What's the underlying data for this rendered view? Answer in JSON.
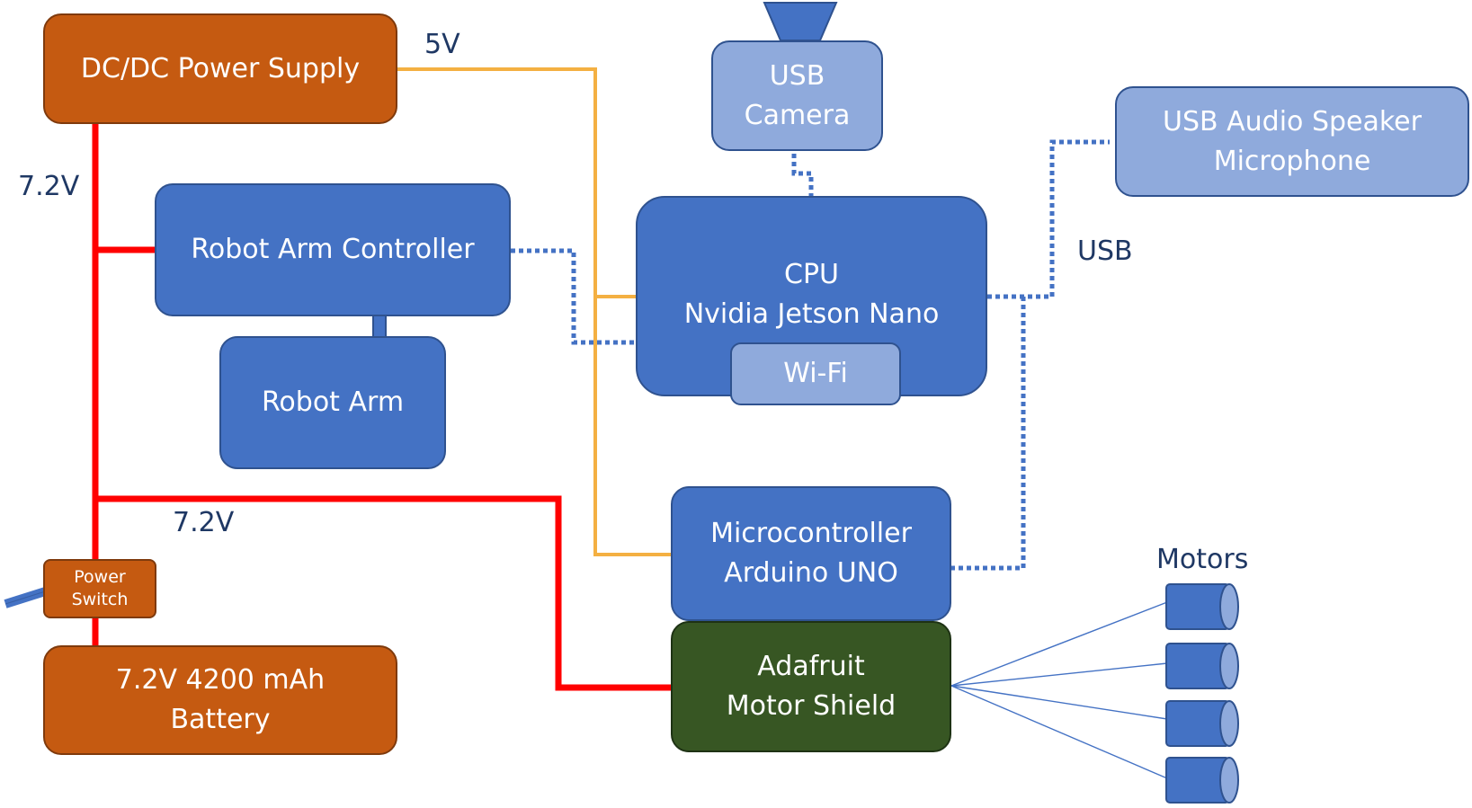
{
  "blocks": {
    "dcdc": "DC/DC Power Supply",
    "robot_arm_controller": "Robot Arm Controller",
    "robot_arm": "Robot Arm",
    "power_switch_line1": "Power",
    "power_switch_line2": "Switch",
    "battery_line1": "7.2V 4200 mAh",
    "battery_line2": "Battery",
    "usb_camera_line1": "USB",
    "usb_camera_line2": "Camera",
    "cpu_line1": "CPU",
    "cpu_line2": "Nvidia Jetson Nano",
    "wifi": "Wi-Fi",
    "usb_audio_line1": "USB Audio Speaker",
    "usb_audio_line2": "Microphone",
    "micro_line1": "Microcontroller",
    "micro_line2": "Arduino UNO",
    "motor_shield_line1": "Adafruit",
    "motor_shield_line2": "Motor Shield"
  },
  "labels": {
    "five_volt": "5V",
    "seven_two_top": "7.2V",
    "seven_two_mid": "7.2V",
    "usb": "USB",
    "motors": "Motors"
  },
  "colors": {
    "power_line": "#ff0000",
    "five_volt_line": "#f4b042",
    "usb_dotted": "#4472c4",
    "motor_wire": "#4472c4"
  }
}
